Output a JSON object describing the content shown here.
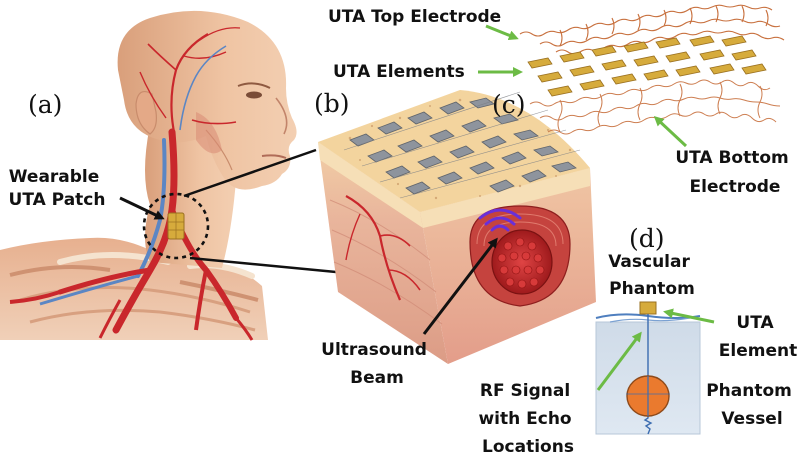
{
  "panels": {
    "a": "(a)",
    "b": "(b)",
    "c": "(c)",
    "d": "(d)"
  },
  "labels": {
    "wearable_patch": [
      "Wearable",
      "UTA Patch"
    ],
    "top_electrode": "UTA Top Electrode",
    "uta_elements": "UTA Elements",
    "bottom_electrode": [
      "UTA Bottom",
      "Electrode"
    ],
    "ultrasound_beam": [
      "Ultrasound",
      "Beam"
    ],
    "vascular_phantom": [
      "Vascular",
      "Phantom"
    ],
    "uta_element": [
      "UTA",
      "Element"
    ],
    "rf_signal": [
      "RF Signal",
      "with Echo",
      "Locations"
    ],
    "phantom_vessel": [
      "Phantom",
      "Vessel"
    ]
  },
  "colors": {
    "skin": "#e9b995",
    "artery": "#c9272c",
    "vein": "#5b86c4",
    "pointer_arrow": "#6cbb45",
    "electrode_wire": "#c8713f",
    "element_gold": "#d6ab3c",
    "tissue_top": "#f3d49e",
    "muscle": "#e8b39a",
    "beam": "#6a2fd8",
    "phantom_fill": "#d6e1ee",
    "vessel_orange": "#ea7a2e"
  }
}
